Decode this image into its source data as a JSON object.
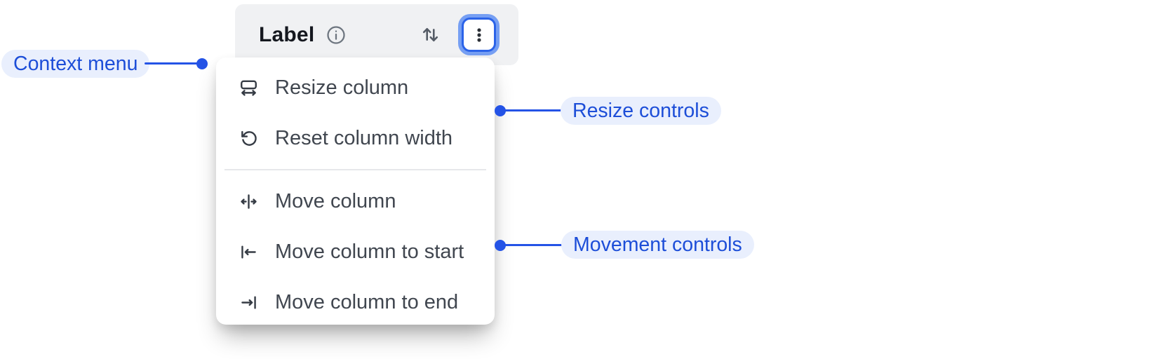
{
  "colors": {
    "accent_blue": "#1d4ed8",
    "connector_blue": "#2453e6",
    "focus_ring_blue": "#2b63e8",
    "annotation_pill_bg": "#e9effd",
    "header_bg": "#f0f1f3",
    "menu_bg": "#ffffff",
    "menu_text": "#40464f",
    "divider": "#e6e7ea"
  },
  "column_header": {
    "title": "Label",
    "icons": [
      "info-icon",
      "sort-arrows-icon",
      "kebab-menu-icon"
    ]
  },
  "context_menu": {
    "items": [
      {
        "label": "Resize column",
        "icon": "resize-column-icon",
        "group": "resize"
      },
      {
        "label": "Reset column width",
        "icon": "reset-column-width-icon",
        "group": "resize"
      },
      {
        "label": "Move column",
        "icon": "move-column-icon",
        "group": "movement"
      },
      {
        "label": "Move column to start",
        "icon": "move-column-to-start-icon",
        "group": "movement"
      },
      {
        "label": "Move column to end",
        "icon": "move-column-to-end-icon",
        "group": "movement"
      }
    ]
  },
  "annotations": {
    "context_menu": {
      "label": "Context menu"
    },
    "resize_controls": {
      "label": "Resize controls"
    },
    "movement_controls": {
      "label": "Movement controls"
    }
  }
}
